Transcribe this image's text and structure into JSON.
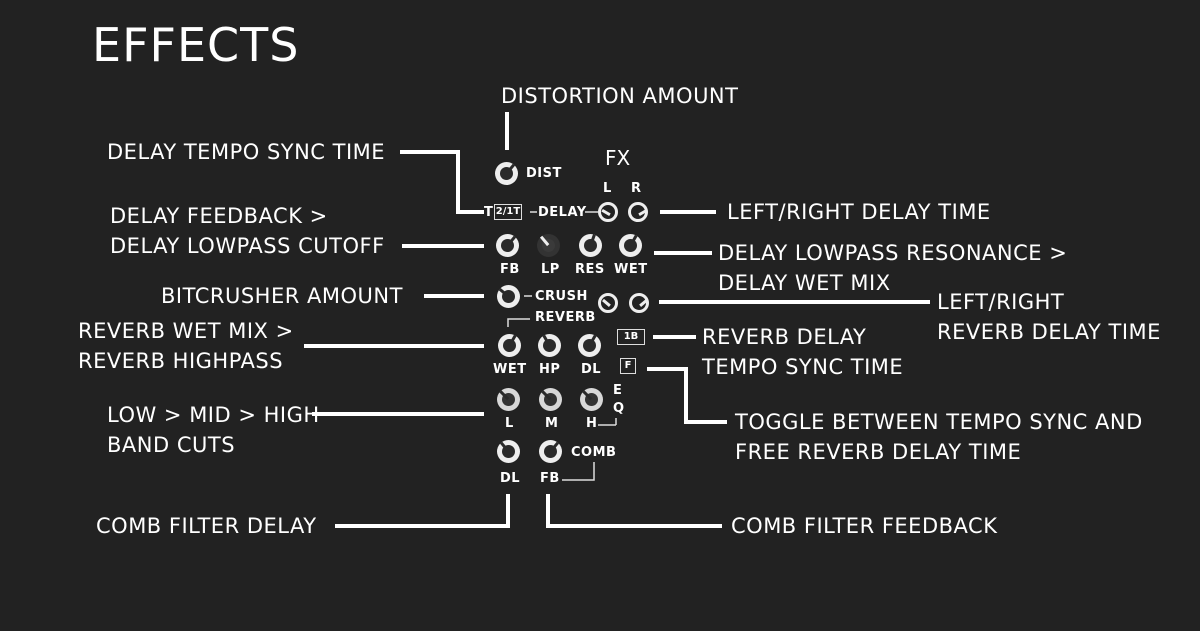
{
  "title": "EFFECTS",
  "annotations": {
    "distortion_amount": "DISTORTION AMOUNT",
    "delay_tempo_sync_time": "DELAY TEMPO SYNC TIME",
    "delay_feedback_1": "DELAY FEEDBACK >",
    "delay_feedback_2": "DELAY LOWPASS CUTOFF",
    "left_right_delay_time": "LEFT/RIGHT DELAY TIME",
    "delay_resonance_1": "DELAY LOWPASS RESONANCE >",
    "delay_resonance_2": "DELAY WET MIX",
    "bitcrusher_amount": "BITCRUSHER AMOUNT",
    "lr_reverb_1": "LEFT/RIGHT",
    "lr_reverb_2": "REVERB DELAY TIME",
    "reverb_wet_1": "REVERB WET MIX >",
    "reverb_wet_2": "REVERB HIGHPASS",
    "reverb_delay_1": "REVERB DELAY",
    "reverb_delay_2": "TEMPO SYNC TIME",
    "band_cuts_1": "LOW > MID > HIGH",
    "band_cuts_2": "BAND CUTS",
    "toggle_1": "TOGGLE BETWEEN TEMPO SYNC AND",
    "toggle_2": "FREE REVERB DELAY TIME",
    "comb_delay": "COMB FILTER DELAY",
    "comb_feedback": "COMB FILTER FEEDBACK"
  },
  "panel": {
    "fx_heading": "FX",
    "dist": "DIST",
    "l": "L",
    "r": "R",
    "t": "T",
    "delay_sync_value": "2/1T",
    "delay": "DELAY",
    "fb": "FB",
    "lp": "LP",
    "res": "RES",
    "wet": "WET",
    "crush": "CRUSH",
    "reverb": "REVERB",
    "reverb_sync_value": "1B",
    "wet2": "WET",
    "hp": "HP",
    "dl": "DL",
    "free_toggle": "F",
    "eq_e": "E",
    "eq_q": "Q",
    "band_l": "L",
    "band_m": "M",
    "band_h": "H",
    "comb": "COMB",
    "comb_dl": "DL",
    "comb_fb": "FB"
  }
}
